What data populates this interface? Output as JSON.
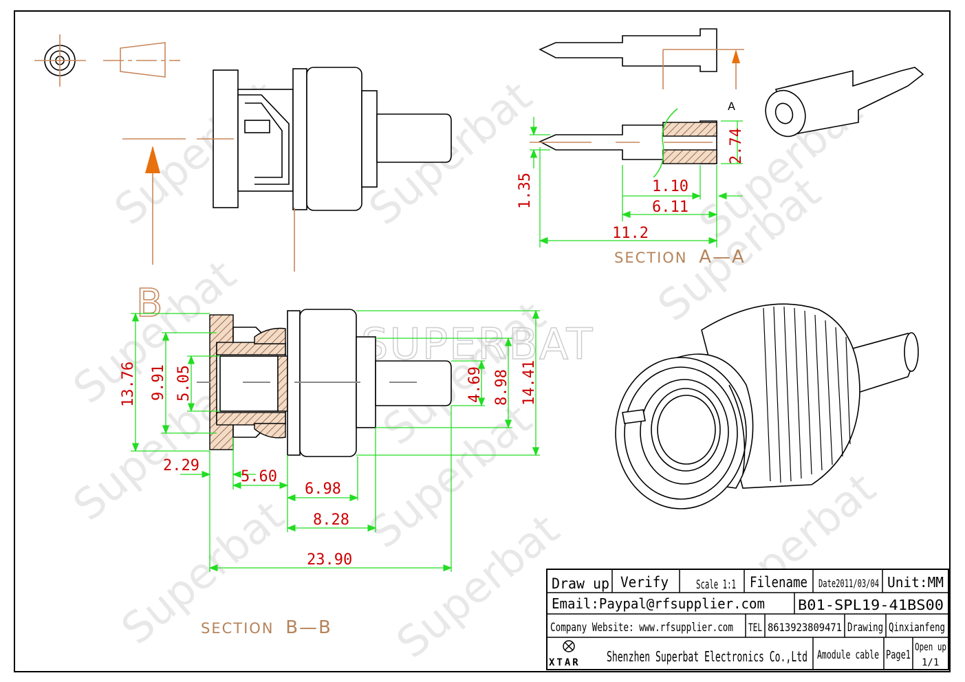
{
  "dimensions": {
    "top_section": [
      "2.74",
      "1.35",
      "1.10",
      "6.11",
      "11.2"
    ],
    "bottom_section": [
      "13.76",
      "9.91",
      "5.05",
      "4.69",
      "8.98",
      "14.41",
      "2.29",
      "5.60",
      "6.98",
      "8.28",
      "23.90"
    ]
  },
  "labels": {
    "section_label_word": "SECTION",
    "section_a": "A—A",
    "section_b": "B—B",
    "marker_a": "A",
    "marker_b": "B",
    "center_watermark": "SUPERBAT",
    "watermark": "Superbat"
  },
  "title_block": {
    "draw_up": "Draw up",
    "verify": "Verify",
    "scale": "Scale 1:1",
    "filename": "Filename",
    "date": "Date2011/03/04",
    "unit": "Unit:MM",
    "email": "Email:Paypal@rfsupplier.com",
    "part_number": "B01-SPL19-41BS00",
    "website": "Company Website:  www.rfsupplier.com",
    "tel_label": "TEL",
    "tel": "8613923809471",
    "drawing": "Drawing",
    "drawer": "Qinxianfeng",
    "logo": "XTAR",
    "company": "Shenzhen Superbat Electronics Co.,Ltd",
    "cable": "Amodule cable",
    "page": "Page1",
    "open_up": "Open up",
    "open_up_count": "1/1"
  },
  "colors": {
    "dimension_text": "#cc0000",
    "dimension_lines": "#22dd22",
    "section_text": "#b5835a",
    "center_lines": "#c8865a",
    "outline": "#000000"
  }
}
